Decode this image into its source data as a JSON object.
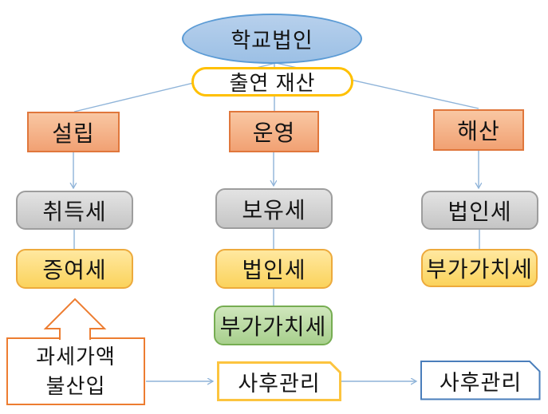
{
  "palette": {
    "school_fill": "#a9c8e9",
    "school_border": "#5b9bd5",
    "assets_border": "#ffc000",
    "stage_fill": "#f5ab7e",
    "stage_border": "#e0773c",
    "tax_gray_fill": "#d4d4d4",
    "tax_gray_border": "#9d9d9d",
    "tax_yellow_fill": "#fcd966",
    "tax_yellow_border": "#edaa3c",
    "tax_green_fill": "#b5d89f",
    "tax_green_border": "#76ad52",
    "note_border": "#ed7d31",
    "followup_center_border": "#fcc43f",
    "followup_right_border": "#4a7ebb",
    "connector": "#8fb4d9"
  },
  "nodes": {
    "school": {
      "label": "학교법인"
    },
    "assets": {
      "label": "출연 재산"
    },
    "establish": {
      "label": "설립"
    },
    "operate": {
      "label": "운영"
    },
    "dissolve": {
      "label": "해산"
    },
    "acquisition_tax": {
      "label": "취득세"
    },
    "gift_tax": {
      "label": "증여세"
    },
    "holding_tax": {
      "label": "보유세"
    },
    "corporate_tax_operate": {
      "label": "법인세"
    },
    "vat_operate": {
      "label": "부가가치세"
    },
    "corporate_tax_dissolve": {
      "label": "법인세"
    },
    "vat_dissolve": {
      "label": "부가가치세"
    },
    "exclusion_note": {
      "line1": "과세가액",
      "line2": "불산입"
    },
    "followup_center": {
      "label": "사후관리"
    },
    "followup_right": {
      "label": "사후관리"
    }
  }
}
